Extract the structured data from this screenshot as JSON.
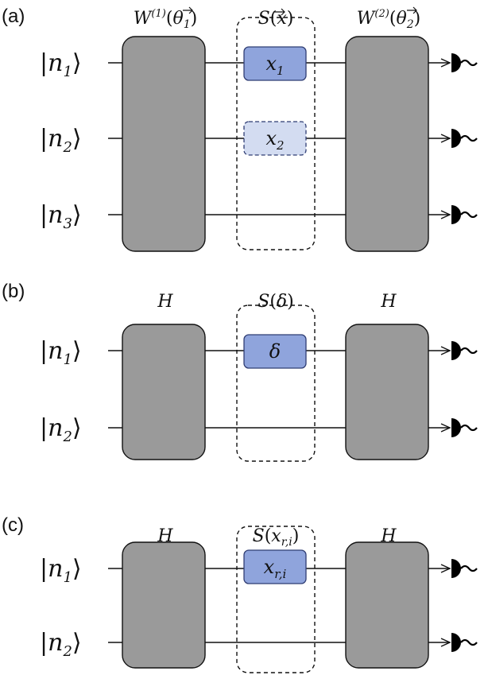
{
  "colors": {
    "unitary_fill": "#9a9a9a",
    "unitary_stroke": "#111111",
    "phase_fill": "#8fa4dc",
    "phase_faded_fill": "#d3dcf1",
    "phase_stroke": "#2f3d73",
    "wire": "#111111"
  },
  "icons": {
    "detector": "photodetector-icon",
    "arrow": "arrowhead-icon"
  },
  "panels": [
    {
      "label": "(a)",
      "inputs": [
        {
          "var": "n",
          "sub": "1"
        },
        {
          "var": "n",
          "sub": "2"
        },
        {
          "var": "n",
          "sub": "3"
        }
      ],
      "left_gate": {
        "symbol": "W",
        "sup": "(1)",
        "arg": "θ",
        "arg_sub": "1"
      },
      "shifter": {
        "symbol": "S",
        "arg": "x"
      },
      "right_gate": {
        "symbol": "W",
        "sup": "(2)",
        "arg": "θ",
        "arg_sub": "2"
      },
      "phases": [
        {
          "mode": 1,
          "symbol": "x",
          "sub": "1",
          "faded": false
        },
        {
          "mode": 2,
          "symbol": "x",
          "sub": "2",
          "faded": true
        }
      ]
    },
    {
      "label": "(b)",
      "inputs": [
        {
          "var": "n",
          "sub": "1"
        },
        {
          "var": "n",
          "sub": "2"
        }
      ],
      "left_gate": {
        "symbol": "H"
      },
      "shifter": {
        "symbol": "S",
        "arg": "δ"
      },
      "right_gate": {
        "symbol": "H"
      },
      "phases": [
        {
          "mode": 1,
          "symbol": "δ",
          "sub": "",
          "faded": false
        }
      ]
    },
    {
      "label": "(c)",
      "inputs": [
        {
          "var": "n",
          "sub": "1"
        },
        {
          "var": "n",
          "sub": "2"
        }
      ],
      "left_gate": {
        "symbol": "H"
      },
      "shifter": {
        "symbol": "S",
        "arg": "x",
        "arg_sub": "r,i"
      },
      "right_gate": {
        "symbol": "H"
      },
      "phases": [
        {
          "mode": 1,
          "symbol": "x",
          "sub": "r,i",
          "faded": false
        }
      ]
    }
  ]
}
